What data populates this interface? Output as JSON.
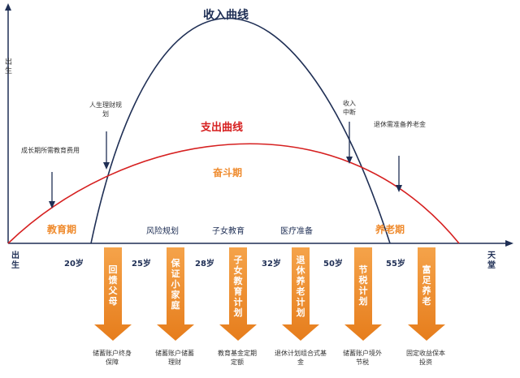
{
  "titles": {
    "income_curve": "收入曲线",
    "expense_curve": "支出曲线"
  },
  "axis": {
    "y_label": "出生",
    "x_end": "天堂"
  },
  "phases": {
    "struggle": "奋斗期",
    "education": "教育期",
    "retirement": "养老期"
  },
  "mid_labels": [
    "风险规划",
    "子女教育",
    "医疗准备"
  ],
  "notes": {
    "growth": "成长期所需教育费用",
    "life_plan": "人生理财规划",
    "income_stop": "收入中断",
    "retire_prep": "退休需准备养老金"
  },
  "ages": [
    "20岁",
    "25岁",
    "28岁",
    "32岁",
    "50岁",
    "55岁"
  ],
  "arrows": [
    {
      "label": "回馈父母",
      "bottom": "储蓄账户终身保障"
    },
    {
      "label": "保证小家庭",
      "bottom": "储蓄账户储蓄理财"
    },
    {
      "label": "子女教育计划",
      "bottom": "教育基金定期定额"
    },
    {
      "label": "退休养老计划",
      "bottom": "退休计划组合式基金"
    },
    {
      "label": "节税计划",
      "bottom": "储蓄账户境外节税"
    },
    {
      "label": "富足养老",
      "bottom": "固定收益保本投资"
    }
  ],
  "colors": {
    "income": "#1f2f55",
    "expense": "#d62020",
    "phase": "#ef8a2c",
    "arrow_top": "#f5a34a",
    "arrow_bottom": "#e67d1c"
  }
}
